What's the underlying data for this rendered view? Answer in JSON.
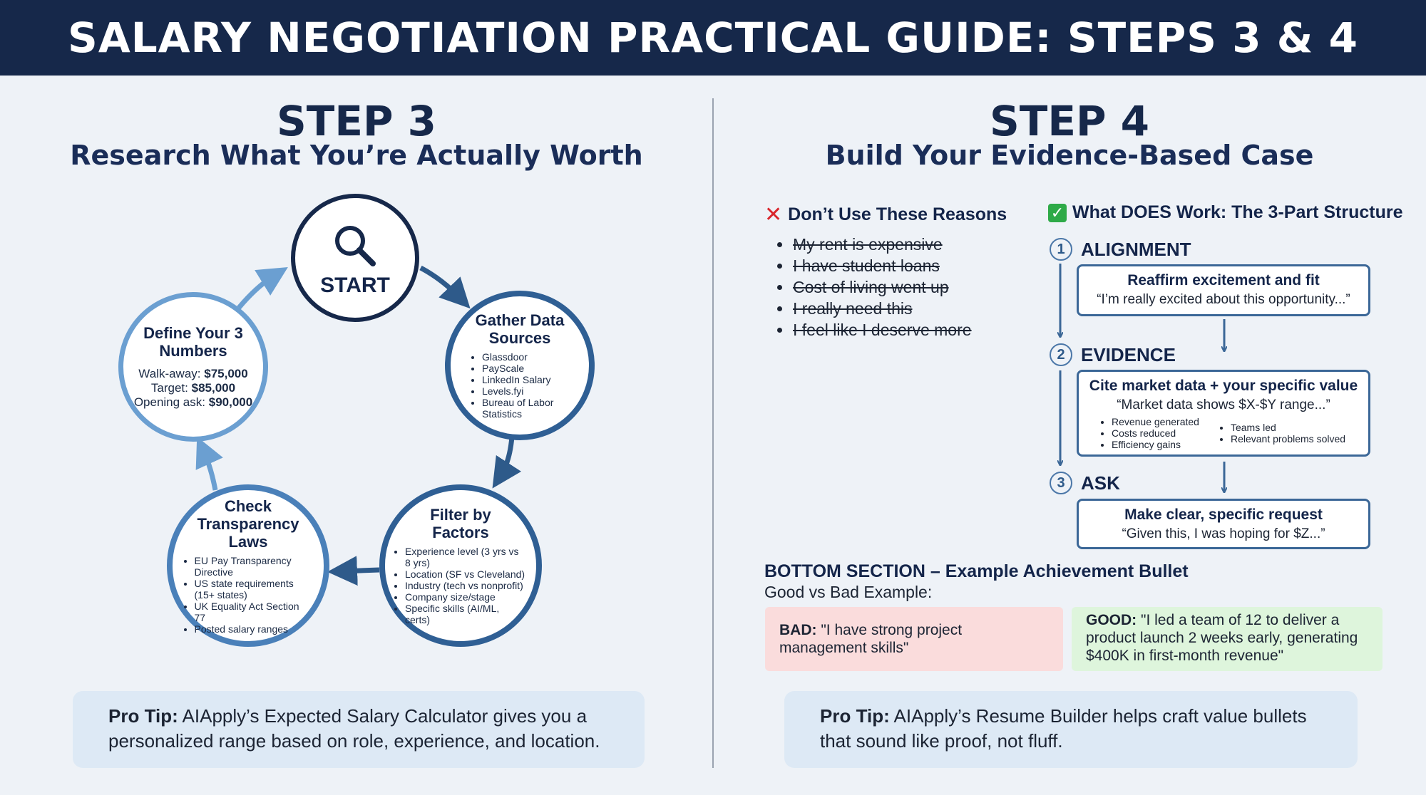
{
  "title": "SALARY NEGOTIATION PRACTICAL GUIDE: STEPS 3 & 4",
  "step3": {
    "number": "STEP 3",
    "subtitle": "Research What You’re Actually Worth",
    "start": {
      "label": "START",
      "icon": "search-icon"
    },
    "gather": {
      "title": "Gather Data Sources",
      "items": [
        "Glassdoor",
        "PayScale",
        "LinkedIn Salary",
        "Levels.fyi",
        "Bureau of Labor Statistics"
      ]
    },
    "filter": {
      "title": "Filter by Factors",
      "items": [
        "Experience level (3 yrs vs 8 yrs)",
        "Location (SF vs Cleveland)",
        "Industry (tech vs nonprofit)",
        "Company size/stage",
        "Specific skills (AI/ML, certs)"
      ]
    },
    "check": {
      "title": "Check Transparency Laws",
      "items": [
        "EU Pay Transparency Directive",
        "US state requirements (15+ states)",
        "UK Equality Act Section 77",
        "Posted salary ranges"
      ]
    },
    "define": {
      "title": "Define Your 3 Numbers",
      "walkaway_label": "Walk-away:",
      "walkaway_value": "$75,000",
      "target_label": "Target:",
      "target_value": "$85,000",
      "opening_label": "Opening ask:",
      "opening_value": "$90,000"
    },
    "tip": {
      "label": "Pro Tip:",
      "text": "AIApply’s Expected Salary Calculator gives you a personalized range based on role, experience, and location."
    }
  },
  "step4": {
    "number": "STEP 4",
    "subtitle": "Build Your Evidence-Based Case",
    "dont_heading": "Don’t Use These Reasons",
    "dont_items": [
      "My rent is expensive",
      "I have student loans",
      "Cost of living went up",
      "I really need this",
      "I feel like I deserve more"
    ],
    "works_heading": "What DOES Work: The 3-Part Structure",
    "parts": [
      {
        "num": "1",
        "label": "ALIGNMENT",
        "title": "Reaffirm excitement and fit",
        "quote": "“I’m really excited about this opportunity...”"
      },
      {
        "num": "2",
        "label": "EVIDENCE",
        "title": "Cite market data + your specific value",
        "quote": "“Market data shows $X-$Y range...”",
        "list_a": [
          "Revenue generated",
          "Costs reduced",
          "Efficiency gains"
        ],
        "list_b": [
          "Teams led",
          "Relevant problems solved"
        ]
      },
      {
        "num": "3",
        "label": "ASK",
        "title": "Make clear, specific request",
        "quote": "“Given this, I was hoping for $Z...”"
      }
    ],
    "bottom_title": "BOTTOM SECTION – Example Achievement Bullet",
    "bottom_sub": "Good vs Bad Example:",
    "bad_label": "BAD:",
    "bad_text": "\"I have strong project management skills\"",
    "good_label": "GOOD:",
    "good_text": "\"I led a team of 12 to deliver a product launch 2 weeks early, generating $400K in first-month revenue\"",
    "tip": {
      "label": "Pro Tip:",
      "text": "AIApply’s Resume Builder helps craft value bullets that sound like proof, not fluff."
    }
  },
  "colors": {
    "header": "#16284a",
    "node_ring": "#3b6797",
    "bad_bg": "#fadcdc",
    "good_bg": "#def5dc",
    "tip_bg": "#dde9f5"
  }
}
